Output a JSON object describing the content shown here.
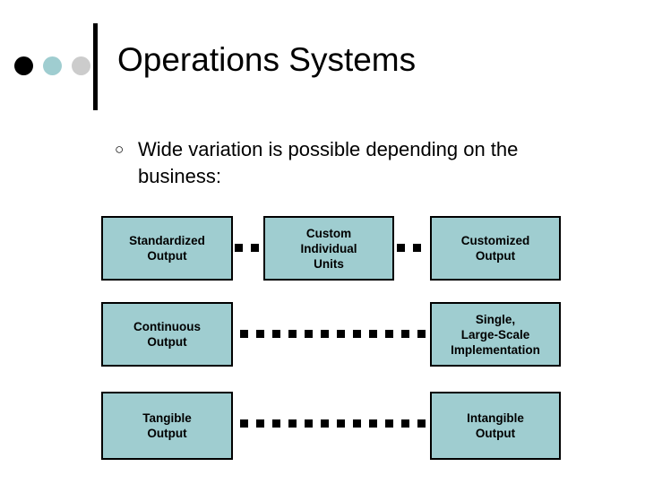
{
  "slide": {
    "title": "Operations Systems",
    "decor_dots": [
      {
        "name": "dot-black",
        "color": "#000000"
      },
      {
        "name": "dot-teal",
        "color": "#9fcdd0"
      },
      {
        "name": "dot-gray",
        "color": "#cccccc"
      }
    ],
    "bullet": {
      "marker": "○",
      "text": "Wide variation is possible depending on the business:"
    }
  },
  "diagram": {
    "type": "spectrum-pairs",
    "node_fill": "#9fcdd0",
    "node_border": "#000000",
    "connector_style": "dotted",
    "rows": [
      {
        "id": "row-1",
        "nodes": [
          {
            "id": "standardized-output",
            "label": "Standardized\nOutput"
          },
          {
            "id": "custom-individual-units",
            "label": "Custom\nIndividual\nUnits"
          },
          {
            "id": "customized-output",
            "label": "Customized\nOutput"
          }
        ]
      },
      {
        "id": "row-2",
        "nodes": [
          {
            "id": "continuous-output",
            "label": "Continuous\nOutput"
          },
          {
            "id": "single-large-scale-implementation",
            "label": "Single,\nLarge-Scale\nImplementation"
          }
        ]
      },
      {
        "id": "row-3",
        "nodes": [
          {
            "id": "tangible-output",
            "label": "Tangible\nOutput"
          },
          {
            "id": "intangible-output",
            "label": "Intangible\nOutput"
          }
        ]
      }
    ],
    "labels": {
      "standardized_output": "Standardized\nOutput",
      "custom_individual_units": "Custom\nIndividual\nUnits",
      "customized_output": "Customized\nOutput",
      "continuous_output": "Continuous\nOutput",
      "single_large_scale": "Single,\nLarge-Scale\nImplementation",
      "tangible_output": "Tangible\nOutput",
      "intangible_output": "Intangible\nOutput"
    }
  }
}
